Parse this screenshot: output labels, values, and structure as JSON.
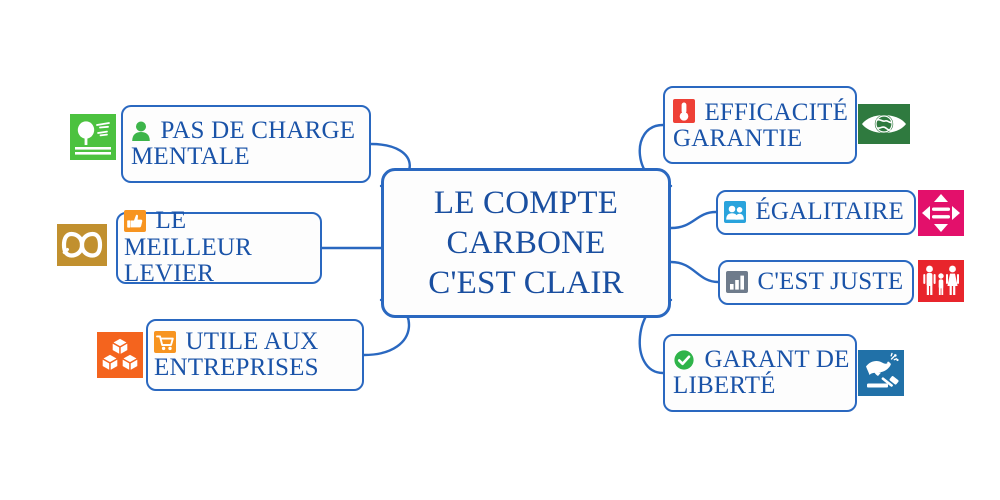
{
  "diagram": {
    "type": "mind-map",
    "title": "LE COMPTE CARBONE C'EST CLAIR",
    "center": {
      "line1": "LE COMPTE",
      "line2": "CARBONE",
      "line3": "C'EST CLAIR"
    },
    "colors": {
      "node_border": "#2A68C0",
      "node_text": "#1A53A8",
      "node_fill": "#FDFDFD",
      "connector": "#2A68C0",
      "green_park": "#4CC23F",
      "gold_infinity": "#C1902F",
      "orange_cubes": "#F4641E",
      "dark_green_eye": "#2F7A3F",
      "magenta_arrows": "#E3106B",
      "red_family": "#E8252C",
      "steel_blue_dove": "#2171A8",
      "orange_accent": "#F79420",
      "red_thermo": "#EE4036",
      "cyan_people": "#29A3DC",
      "gray_chart": "#6E7B8B",
      "green_check": "#2FB44A",
      "green_person": "#3DB54A"
    },
    "branches_left": [
      {
        "id": "pas-de-charge-mentale",
        "line1": "PAS DE CHARGE",
        "line2": "MENTALE",
        "inline_icon": "person-icon",
        "tile_icon": "park-tree-icon",
        "tile_color": "#4CC23F"
      },
      {
        "id": "le-meilleur-levier",
        "line1": "LE MEILLEUR",
        "line2": "LEVIER",
        "inline_icon": "thumbs-up-icon",
        "tile_icon": "infinity-loop-icon",
        "tile_color": "#C1902F"
      },
      {
        "id": "utile-aux-entreprises",
        "line1": "UTILE AUX",
        "line2": "ENTREPRISES",
        "inline_icon": "shopping-cart-icon",
        "tile_icon": "cubes-icon",
        "tile_color": "#F4641E"
      }
    ],
    "branches_right": [
      {
        "id": "efficacite-garantie",
        "line1": "EFFICACITÉ",
        "line2": "GARANTIE",
        "inline_icon": "thermometer-icon",
        "tile_icon": "eye-globe-icon",
        "tile_color": "#2F7A3F"
      },
      {
        "id": "egalitaire",
        "line1": "ÉGALITAIRE",
        "line2": "",
        "inline_icon": "two-people-icon",
        "tile_icon": "four-way-arrows-icon",
        "tile_color": "#E3106B"
      },
      {
        "id": "c-est-juste",
        "line1": "C'EST JUSTE",
        "line2": "",
        "inline_icon": "bar-chart-icon",
        "tile_icon": "family-icon",
        "tile_color": "#E8252C"
      },
      {
        "id": "garant-de-liberte",
        "line1": "GARANT DE",
        "line2": "LIBERTÉ",
        "inline_icon": "check-circle-icon",
        "tile_icon": "dove-gavel-icon",
        "tile_color": "#2171A8"
      }
    ]
  }
}
